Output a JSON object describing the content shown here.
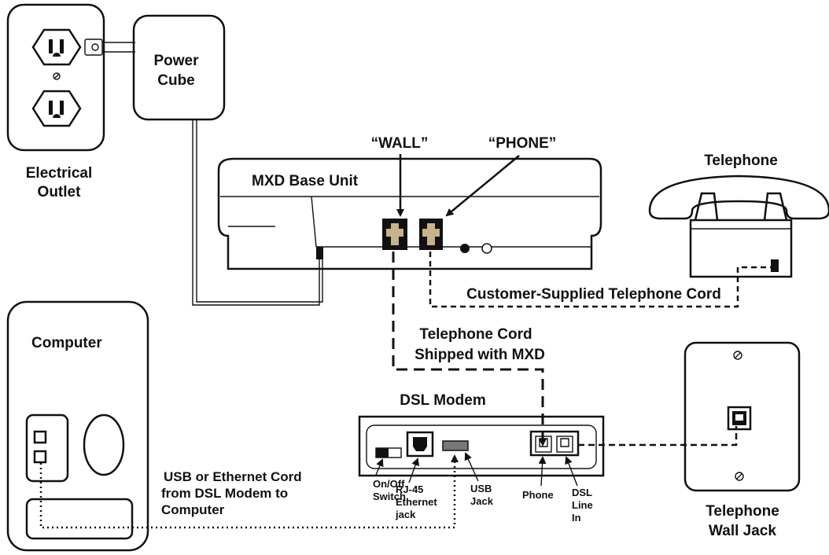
{
  "labels": {
    "power_cube_line1": "Power",
    "power_cube_line2": "Cube",
    "electrical_outlet_line1": "Electrical",
    "electrical_outlet_line2": "Outlet",
    "wall_port": "“WALL”",
    "phone_port": "“PHONE”",
    "mxd_base_unit": "MXD Base Unit",
    "telephone": "Telephone",
    "customer_cord": "Customer-Supplied  Telephone Cord",
    "shipped_cord_line1": "Telephone Cord",
    "shipped_cord_line2": "Shipped with MXD",
    "computer": "Computer",
    "dsl_modem": "DSL Modem",
    "usb_ethernet_line1": "USB or Ethernet Cord",
    "usb_ethernet_line2": "from DSL Modem to",
    "usb_ethernet_line3": "Computer",
    "onoff_line1": "On/Off",
    "onoff_line2": "Switch",
    "rj45_line1": "RJ-45",
    "rj45_line2": "Ethernet",
    "rj45_line3": "jack",
    "usb_line1": "USB",
    "usb_line2": "Jack",
    "modem_phone": "Phone",
    "dsl_line1": "DSL",
    "dsl_line2": "Line",
    "dsl_line3": "In",
    "wall_jack_line1": "Telephone",
    "wall_jack_line2": "Wall Jack"
  },
  "colors": {
    "line": "#111111",
    "port_fill": "#c8b28a",
    "usb_fill": "#777777"
  }
}
